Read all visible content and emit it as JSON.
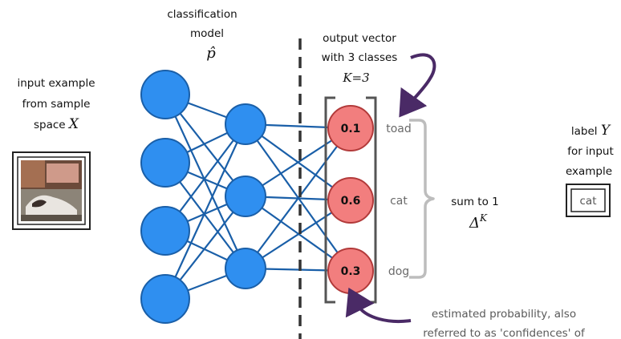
{
  "header": {
    "model_title": "classification",
    "model_subtitle": "model",
    "model_symbol": "p̂",
    "output_title": "output vector",
    "output_subtitle": "with 3 classes",
    "output_k": "K=3"
  },
  "input": {
    "line1": "input example",
    "line2": "from sample",
    "line3_prefix": "space ",
    "line3_symbol": "X"
  },
  "label_box": {
    "line1_prefix": "label ",
    "line1_symbol": "Y",
    "line2": "for input",
    "line3": "example",
    "value": "cat"
  },
  "outputs": [
    {
      "value": "0.1",
      "class": "toad"
    },
    {
      "value": "0.6",
      "class": "cat"
    },
    {
      "value": "0.3",
      "class": "dog"
    }
  ],
  "sum_note": {
    "text": "sum to 1",
    "symbol": "Δ",
    "superscript": "K"
  },
  "probability_note": {
    "line1": "estimated probability, also",
    "line2": "referred to as 'confidences' of"
  },
  "colors": {
    "node_fill": "#2f8ff0",
    "node_stroke": "#1a5fa8",
    "output_fill": "#f27e7e",
    "output_stroke": "#b23a3a",
    "arrow": "#4a2a66",
    "brace": "#bdbdbd"
  }
}
